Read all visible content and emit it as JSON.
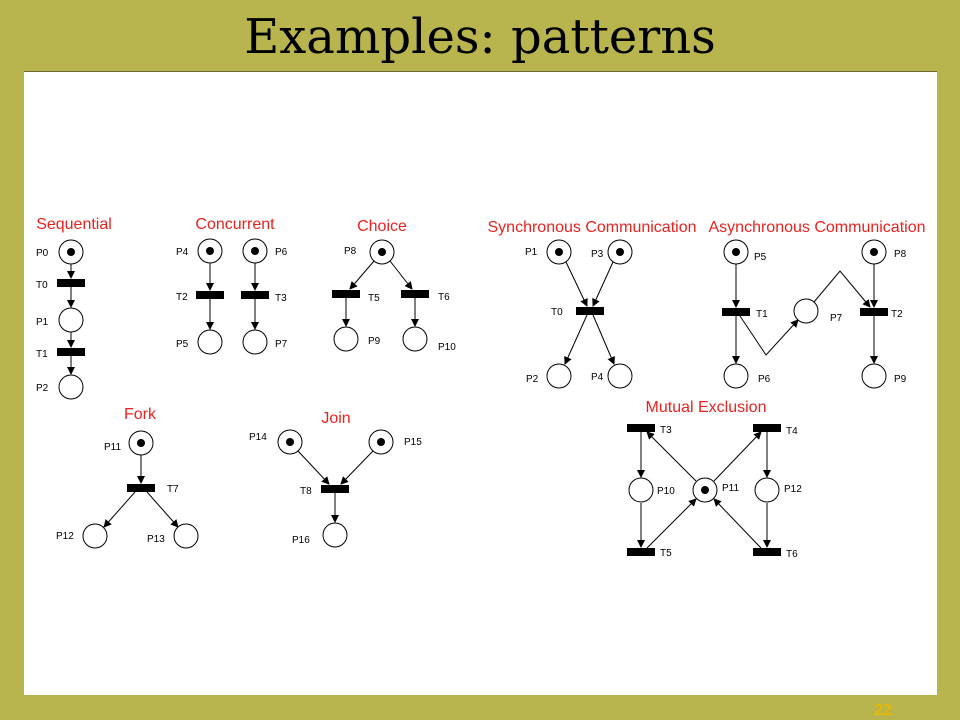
{
  "slide": {
    "title": "Examples: patterns",
    "number": "22"
  },
  "colors": {
    "background": "#b8b54f",
    "panel": "#ffffff",
    "pattern_title": "#e8231f",
    "slide_number": "#e6b800"
  },
  "patterns": {
    "sequential": {
      "title": "Sequential",
      "labels": {
        "P0": "P0",
        "T0": "T0",
        "P1": "P1",
        "T1": "T1",
        "P2": "P2"
      }
    },
    "concurrent": {
      "title": "Concurrent",
      "labels": {
        "P4": "P4",
        "P6": "P6",
        "T2": "T2",
        "T3": "T3",
        "P5": "P5",
        "P7": "P7"
      }
    },
    "choice": {
      "title": "Choice",
      "labels": {
        "P8": "P8",
        "T5": "T5",
        "T6": "T6",
        "P9": "P9",
        "P10": "P10"
      }
    },
    "sync": {
      "title": "Synchronous Communication",
      "labels": {
        "P1": "P1",
        "P3": "P3",
        "T0": "T0",
        "P2": "P2",
        "P4": "P4"
      }
    },
    "async": {
      "title": "Asynchronous Communication",
      "labels": {
        "P5": "P5",
        "P8": "P8",
        "T1": "T1",
        "P7": "P7",
        "T2": "T2",
        "P6": "P6",
        "P9": "P9"
      }
    },
    "fork": {
      "title": "Fork",
      "labels": {
        "P11": "P11",
        "T7": "T7",
        "P12": "P12",
        "P13": "P13"
      }
    },
    "join": {
      "title": "Join",
      "labels": {
        "P14": "P14",
        "P15": "P15",
        "T8": "T8",
        "P16": "P16"
      }
    },
    "mutex": {
      "title": "Mutual Exclusion",
      "labels": {
        "T3": "T3",
        "T4": "T4",
        "P10": "P10",
        "P11": "P11",
        "P12": "P12",
        "T5": "T5",
        "T6": "T6"
      }
    }
  }
}
